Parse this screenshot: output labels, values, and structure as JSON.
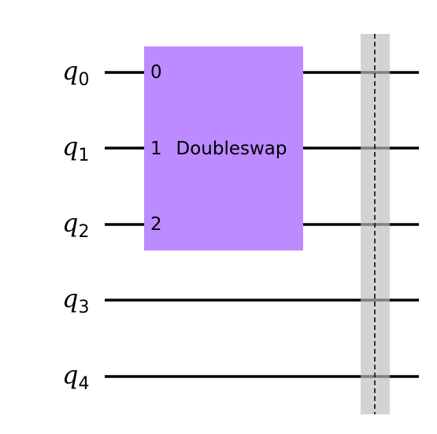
{
  "circuit": {
    "qubits": [
      {
        "name": "q",
        "index": "0"
      },
      {
        "name": "q",
        "index": "1"
      },
      {
        "name": "q",
        "index": "2"
      },
      {
        "name": "q",
        "index": "3"
      },
      {
        "name": "q",
        "index": "4"
      }
    ],
    "gate": {
      "label": "Doubleswap",
      "color": "#bb8bff",
      "qubits": [
        0,
        1,
        2
      ],
      "port_labels": [
        "0",
        "1",
        "2"
      ]
    },
    "barrier": {
      "color": "#d3d3d3",
      "line_color": "#000000"
    },
    "wire_color": "#000000"
  }
}
